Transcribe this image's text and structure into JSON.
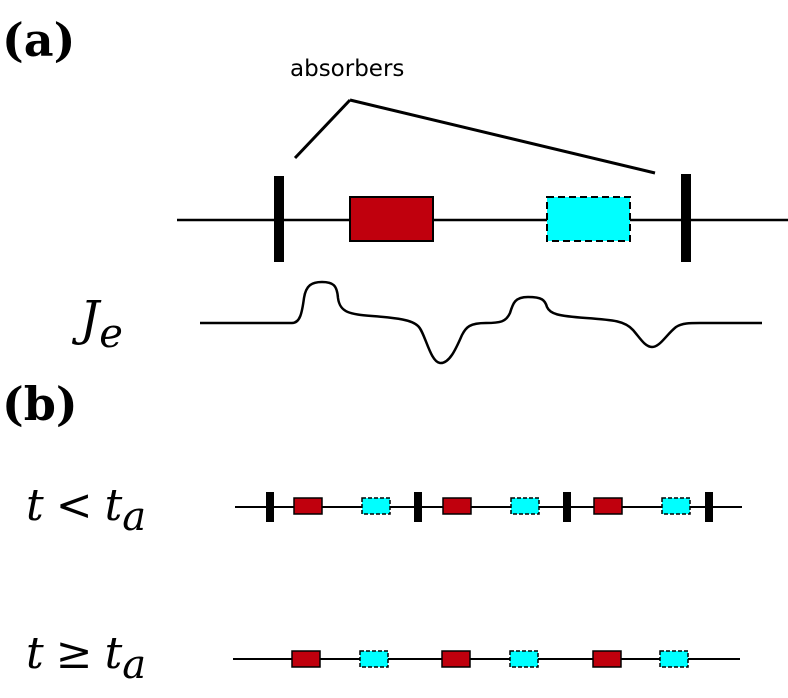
{
  "panel_a": {
    "label": "(a)",
    "annotation": "absorbers",
    "current_symbol": "J",
    "current_subscript": "e"
  },
  "panel_b": {
    "label": "(b)",
    "row1": {
      "var": "t",
      "relation": "<",
      "var2": "t",
      "subscript": "a"
    },
    "row2": {
      "var": "t",
      "relation": "≥",
      "var2": "t",
      "subscript": "a"
    }
  },
  "colors": {
    "red_block": "#c0000d",
    "cyan_block": "#00ffff",
    "line": "#000000"
  }
}
